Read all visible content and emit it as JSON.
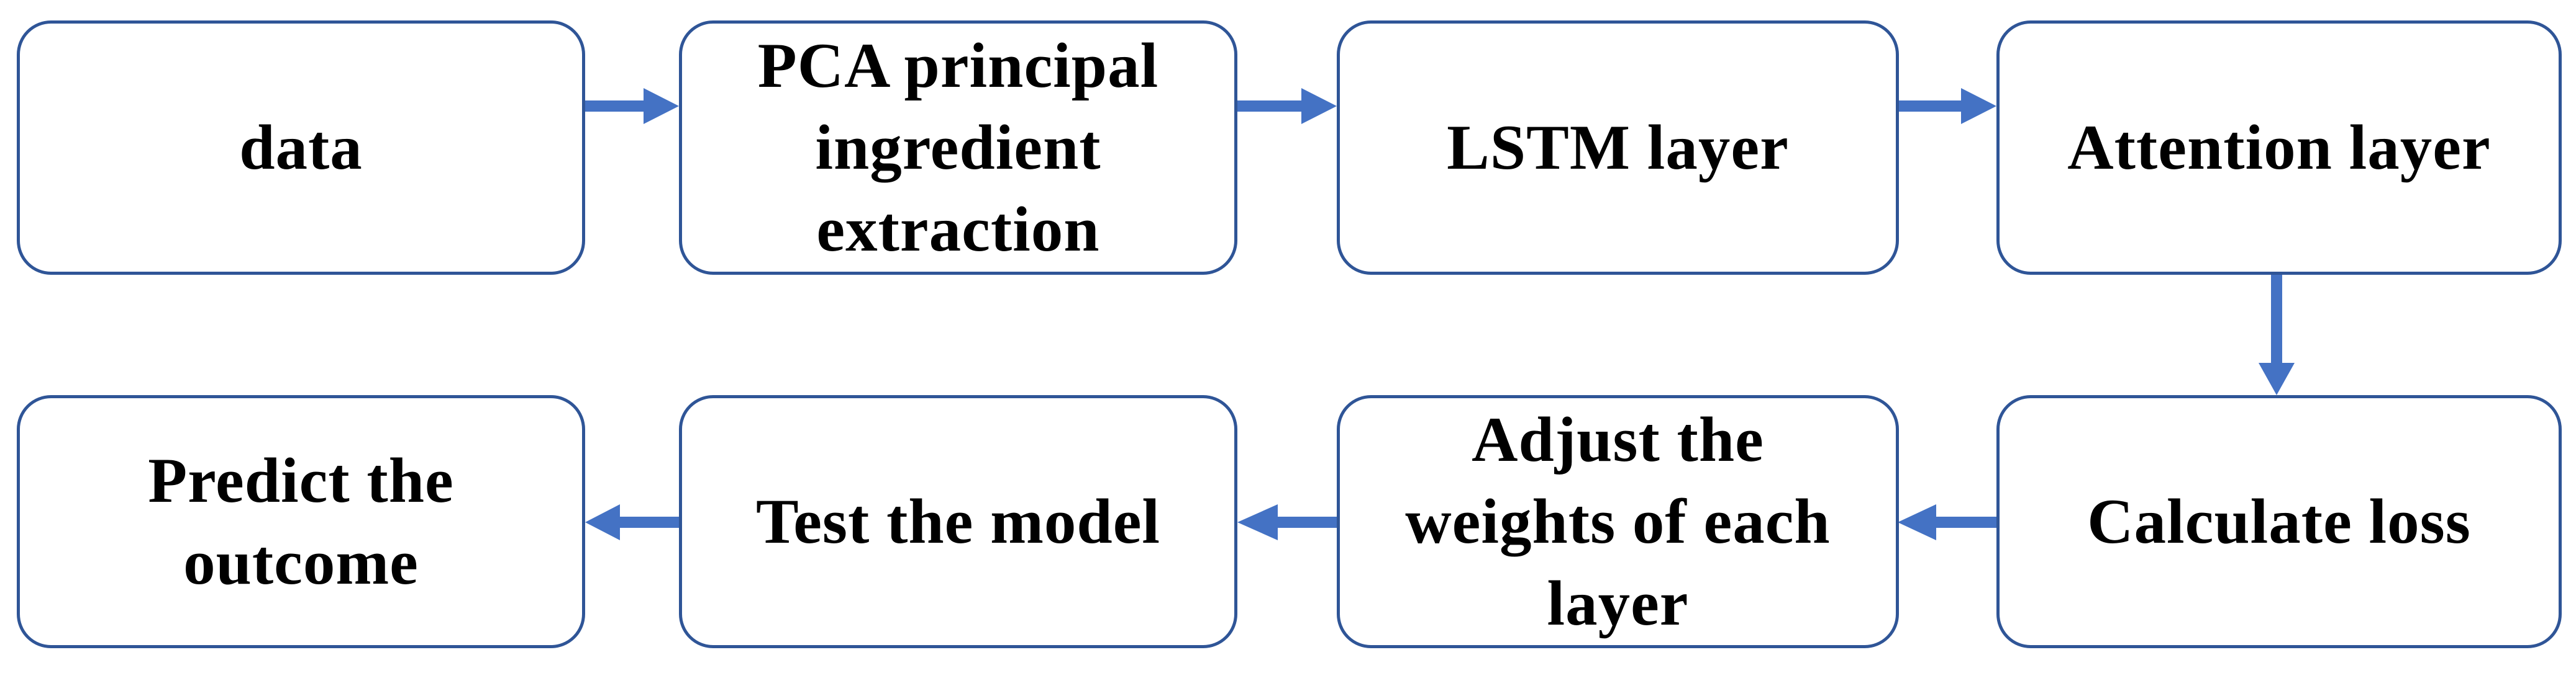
{
  "diagram": {
    "type": "flowchart",
    "colors": {
      "box_border": "#2F5597",
      "arrow": "#4472C4",
      "text": "#000000",
      "background": "#FFFFFF"
    },
    "nodes": [
      {
        "id": "data",
        "label": "data"
      },
      {
        "id": "pca-extraction",
        "label": "PCA principal\ningredient\nextraction"
      },
      {
        "id": "lstm-layer",
        "label": "LSTM layer"
      },
      {
        "id": "attention-layer",
        "label": "Attention layer"
      },
      {
        "id": "calculate-loss",
        "label": "Calculate loss"
      },
      {
        "id": "adjust-weights",
        "label": "Adjust the\nweights of each\nlayer"
      },
      {
        "id": "test-model",
        "label": "Test the model"
      },
      {
        "id": "predict-outcome",
        "label": "Predict the\noutcome"
      }
    ],
    "edges": [
      {
        "from": "data",
        "to": "pca-extraction",
        "direction": "right"
      },
      {
        "from": "pca-extraction",
        "to": "lstm-layer",
        "direction": "right"
      },
      {
        "from": "lstm-layer",
        "to": "attention-layer",
        "direction": "right"
      },
      {
        "from": "attention-layer",
        "to": "calculate-loss",
        "direction": "down"
      },
      {
        "from": "calculate-loss",
        "to": "adjust-weights",
        "direction": "left"
      },
      {
        "from": "adjust-weights",
        "to": "test-model",
        "direction": "left"
      },
      {
        "from": "test-model",
        "to": "predict-outcome",
        "direction": "left"
      }
    ]
  }
}
